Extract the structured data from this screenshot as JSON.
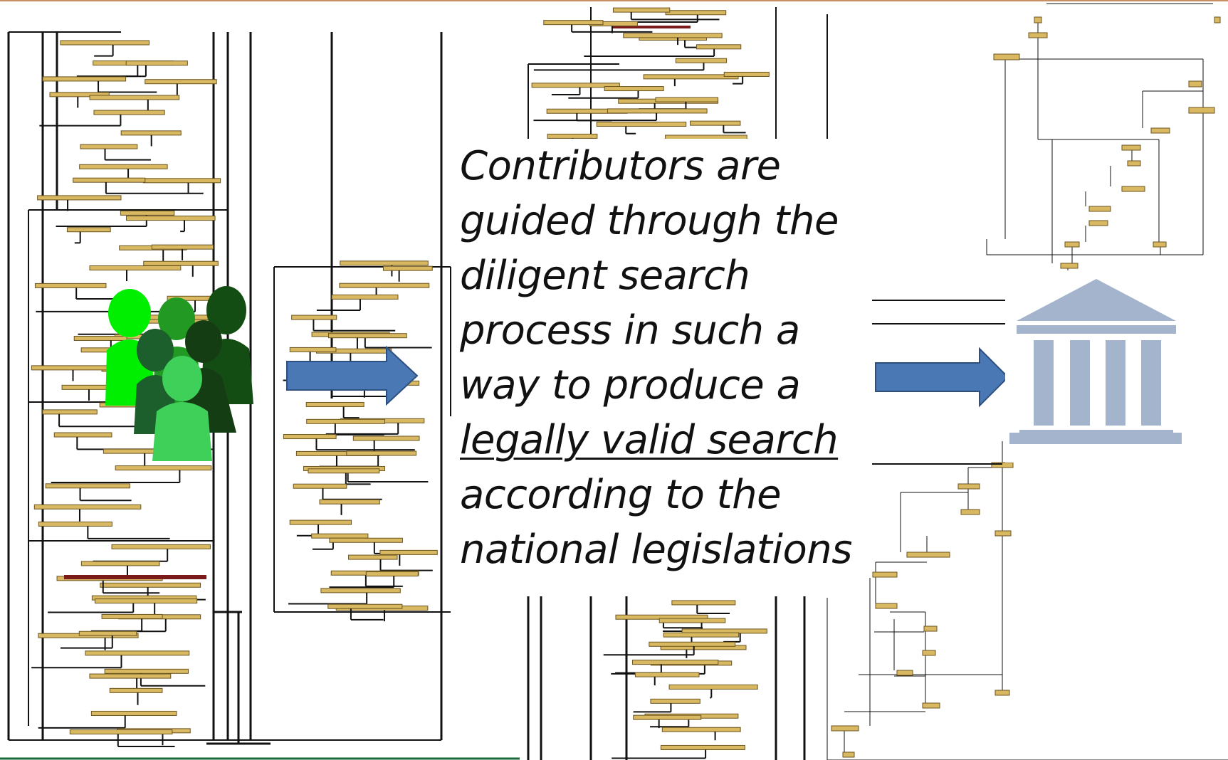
{
  "caption": {
    "lines": [
      "Contributors are",
      "guided through the",
      "diligent search",
      "process in such a",
      "way to produce a",
      "legally valid search",
      "according to the",
      "national legislations"
    ],
    "underlined_line_index": 5
  },
  "colors": {
    "flow_box_fill": "#d9b862",
    "flow_box_stroke": "#6b5520",
    "flow_line": "#111111",
    "arrow_fill": "#4a78b4",
    "arrow_stroke": "#2e5080",
    "institution_icon": "#a3b4cc",
    "people_colors": [
      "#00ee00",
      "#229922",
      "#145214",
      "#1c5e2c",
      "#144d14",
      "#3fd05a"
    ],
    "top_rule": "#c89060",
    "bottom_rule": "#1a6a3a"
  },
  "icons": {
    "people": "people-group-icon",
    "institution": "institution-building-icon",
    "arrow_left": "right-arrow-icon",
    "arrow_right": "right-arrow-icon"
  }
}
